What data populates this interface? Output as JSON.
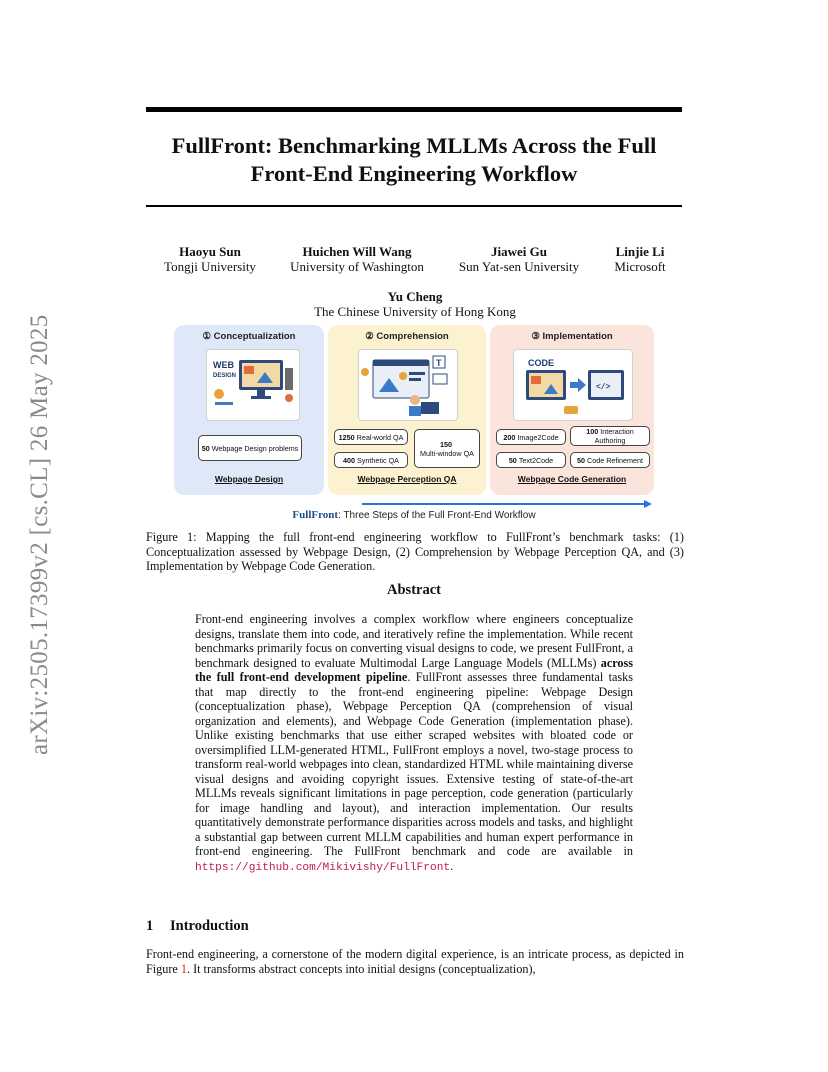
{
  "side_stamp": "arXiv:2505.17399v2  [cs.CL]  26 May 2025",
  "title_line1": "FullFront: Benchmarking MLLMs Across the Full",
  "title_line2": "Front-End Engineering Workflow",
  "authors": [
    {
      "name": "Haoyu Sun",
      "affiliation": "Tongji University"
    },
    {
      "name": "Huichen Will Wang",
      "affiliation": "University of Washington"
    },
    {
      "name": "Jiawei Gu",
      "affiliation": "Sun Yat-sen University"
    },
    {
      "name": "Linjie Li",
      "affiliation": "Microsoft"
    },
    {
      "name": "Yu Cheng",
      "affiliation": "The Chinese University of Hong Kong"
    }
  ],
  "figure": {
    "panels": [
      {
        "heading": "① Conceptualization",
        "footer": "Webpage Design",
        "illustration": "web-design-illustration"
      },
      {
        "heading": "② Comprehension",
        "footer": "Webpage Perception QA",
        "illustration": "perception-illustration"
      },
      {
        "heading": "③ Implementation",
        "footer": "Webpage Code Generation",
        "illustration": "code-illustration"
      }
    ],
    "chips": {
      "design": {
        "count": "50",
        "label": "Webpage Design problems"
      },
      "real_qa": {
        "count": "1250",
        "label": "Real-world QA"
      },
      "synthetic_qa": {
        "count": "400",
        "label": "Synthetic QA"
      },
      "multi_qa": {
        "count": "150",
        "label": "Multi-window QA"
      },
      "image2code": {
        "count": "200",
        "label": "Image2Code"
      },
      "interaction": {
        "count": "100",
        "label": "Interaction Authoring"
      },
      "text2code": {
        "count": "50",
        "label": "Text2Code"
      },
      "refinement": {
        "count": "50",
        "label": "Code Refinement"
      }
    },
    "flow_brand": "FullFront",
    "flow_caption": ": Three Steps of the Full Front-End Workflow",
    "colors": {
      "panel1": "#dfe8f8",
      "panel2": "#fdf2cf",
      "panel3": "#fbe4dc",
      "arrow": "#2a73d8"
    }
  },
  "caption": "Figure 1: Mapping the full front-end engineering workflow to FullFront’s benchmark tasks: (1) Conceptualization assessed by Webpage Design, (2) Comprehension by Webpage Perception QA, and (3) Implementation by Webpage Code Generation.",
  "abstract_heading": "Abstract",
  "abstract": {
    "part1": "Front-end engineering involves a complex workflow where engineers conceptualize designs, translate them into code, and iteratively refine the implementation. While recent benchmarks primarily focus on converting visual designs to code, we present FullFront, a benchmark designed to evaluate Multimodal Large Language Models (MLLMs) ",
    "bold": "across the full front-end development pipeline",
    "part2": ". FullFront assesses three fundamental tasks that map directly to the front-end engineering pipeline: Webpage Design (conceptualization phase), Webpage Perception QA (comprehension of visual organization and elements), and Webpage Code Generation (implementation phase). Unlike existing benchmarks that use either scraped websites with bloated code or oversimplified LLM-generated HTML, FullFront employs a novel, two-stage process to transform real-world webpages into clean, standardized HTML while maintaining diverse visual designs and avoiding copyright issues. Extensive testing of state-of-the-art MLLMs reveals significant limitations in page perception, code generation (particularly for image handling and layout), and interaction implementation. Our results quantitatively demonstrate performance disparities across models and tasks, and highlight a substantial gap between current MLLM capabilities and human expert performance in front-end engineering. The FullFront benchmark and code are available in ",
    "url": "https://github.com/Mikivishy/FullFront",
    "end": "."
  },
  "section": {
    "number": "1",
    "title": "Introduction"
  },
  "intro": {
    "part1": "Front-end engineering, a cornerstone of the modern digital experience, is an intricate process, as depicted in Figure ",
    "ref": "1",
    "part2": ". It transforms abstract concepts into initial designs (conceptualization),"
  }
}
